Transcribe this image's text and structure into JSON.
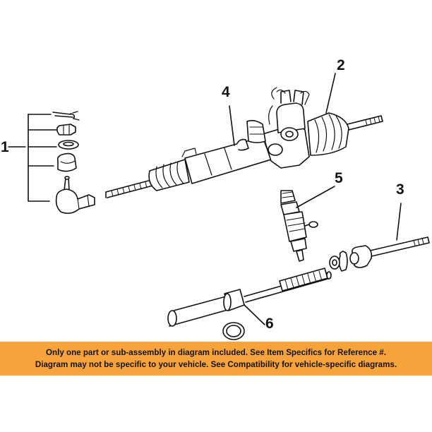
{
  "callouts": {
    "c1": "1",
    "c2": "2",
    "c3": "3",
    "c4": "4",
    "c5": "5",
    "c6": "6"
  },
  "disclaimer": {
    "line1": "Only one part or sub-assembly in diagram included. See Item Specifics for Reference #.",
    "line2": "Diagram may not be specific to your vehicle. See Compatibility for vehicle-specific diagrams."
  },
  "colors": {
    "banner": "#f7a33c",
    "ink": "#111111"
  }
}
